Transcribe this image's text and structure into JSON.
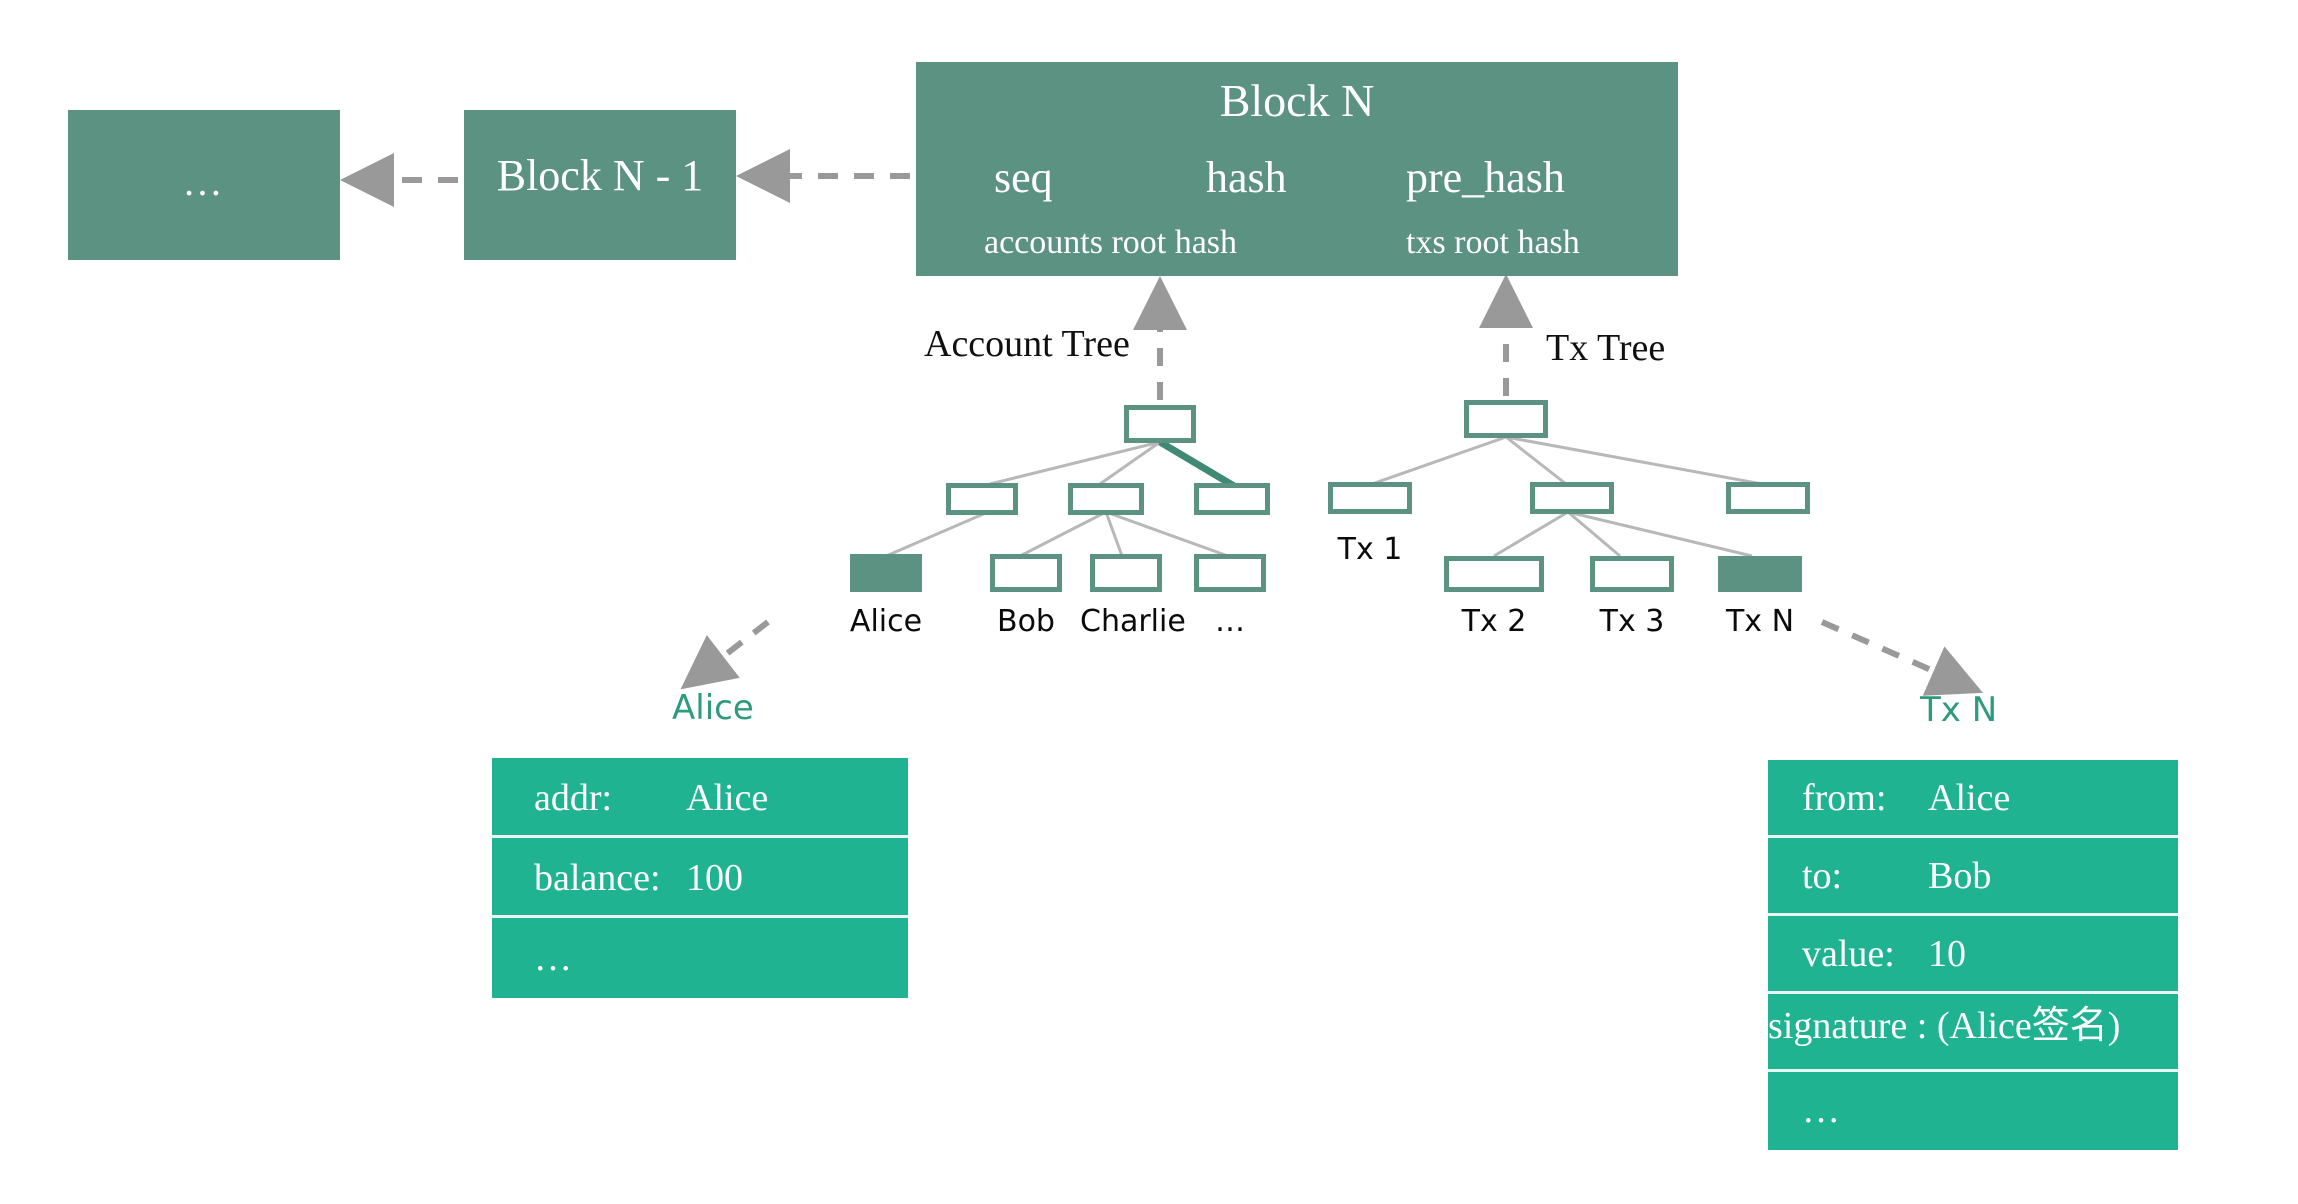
{
  "diagram": {
    "title": "Blockchain block with account tree and transaction tree",
    "colors": {
      "block_green": "#5c9282",
      "card_green": "#1fb392",
      "node_border": "#5c9282",
      "arrow_gray": "#999999",
      "tree_edge": "#b8b8b8",
      "highlight_edge": "#3f8a72",
      "card_divider": "#e8f7f3",
      "card_title_text": "#2e9a7e",
      "background": "#ffffff"
    }
  },
  "chain": {
    "blocks": [
      {
        "id": "ellipsis",
        "label": "…"
      },
      {
        "id": "block-n-1",
        "label": "Block N - 1"
      }
    ],
    "current_block": {
      "title": "Block N",
      "fields_row1": [
        "seq",
        "hash",
        "pre_hash"
      ],
      "fields_row2": [
        "accounts root hash",
        "txs root  hash"
      ],
      "seq": "seq",
      "hash": "hash",
      "pre_hash": "pre_hash",
      "accounts_root_hash": "accounts root hash",
      "txs_root_hash": "txs root  hash"
    }
  },
  "account_tree": {
    "label": "Account Tree",
    "leaf_labels": [
      "Alice",
      "Bob",
      "Charlie",
      "…"
    ]
  },
  "tx_tree": {
    "label": "Tx Tree",
    "leaf_labels": [
      "Tx 1",
      "Tx 2",
      "Tx 3",
      "Tx N"
    ]
  },
  "account_detail": {
    "title": "Alice",
    "rows": [
      {
        "key": "addr:",
        "value": "Alice"
      },
      {
        "key": "balance:",
        "value": "100"
      },
      {
        "key": "…",
        "value": ""
      }
    ]
  },
  "tx_detail": {
    "title": "Tx N",
    "rows": [
      {
        "key": "from:",
        "value": "Alice"
      },
      {
        "key": "to:",
        "value": "Bob"
      },
      {
        "key": "value:",
        "value": "10"
      },
      {
        "key": "signature : (Alice签名)",
        "value": ""
      },
      {
        "key": "…",
        "value": ""
      }
    ]
  }
}
